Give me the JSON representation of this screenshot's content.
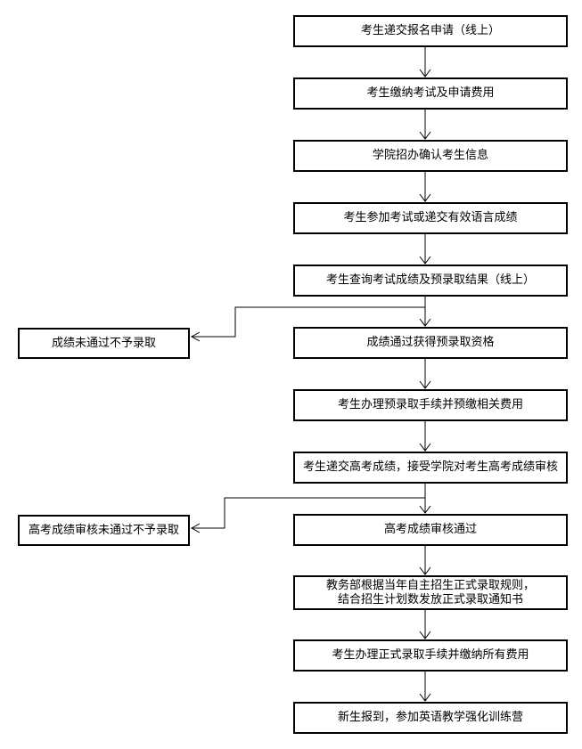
{
  "flowchart": {
    "background_color": "#ffffff",
    "box_border_color": "#000000",
    "line_color": "#000000",
    "text_color": "#000000",
    "main_nodes": [
      {
        "label": "考生递交报名申请（线上）"
      },
      {
        "label": "考生缴纳考试及申请费用"
      },
      {
        "label": "学院招办确认考生信息"
      },
      {
        "label": "考生参加考试或递交有效语言成绩"
      },
      {
        "label": "考生查询考试成绩及预录取结果（线上）"
      },
      {
        "label": "成绩通过获得预录取资格"
      },
      {
        "label": "考生办理预录取手续并预缴相关费用"
      },
      {
        "label": "考生递交高考成绩，接受学院对考生高考成绩审核"
      },
      {
        "label": "高考成绩审核通过"
      },
      {
        "lines": [
          "教务部根据当年自主招生正式录取规则，",
          "结合招生计划数发放正式录取通知书"
        ]
      },
      {
        "label": "考生办理正式录取手续并缴纳所有费用"
      },
      {
        "label": "新生报到，参加英语教学强化训练营"
      }
    ],
    "side_nodes": [
      {
        "label": "成绩未通过不予录取"
      },
      {
        "label": "高考成绩审核未通过不予录取"
      }
    ]
  }
}
